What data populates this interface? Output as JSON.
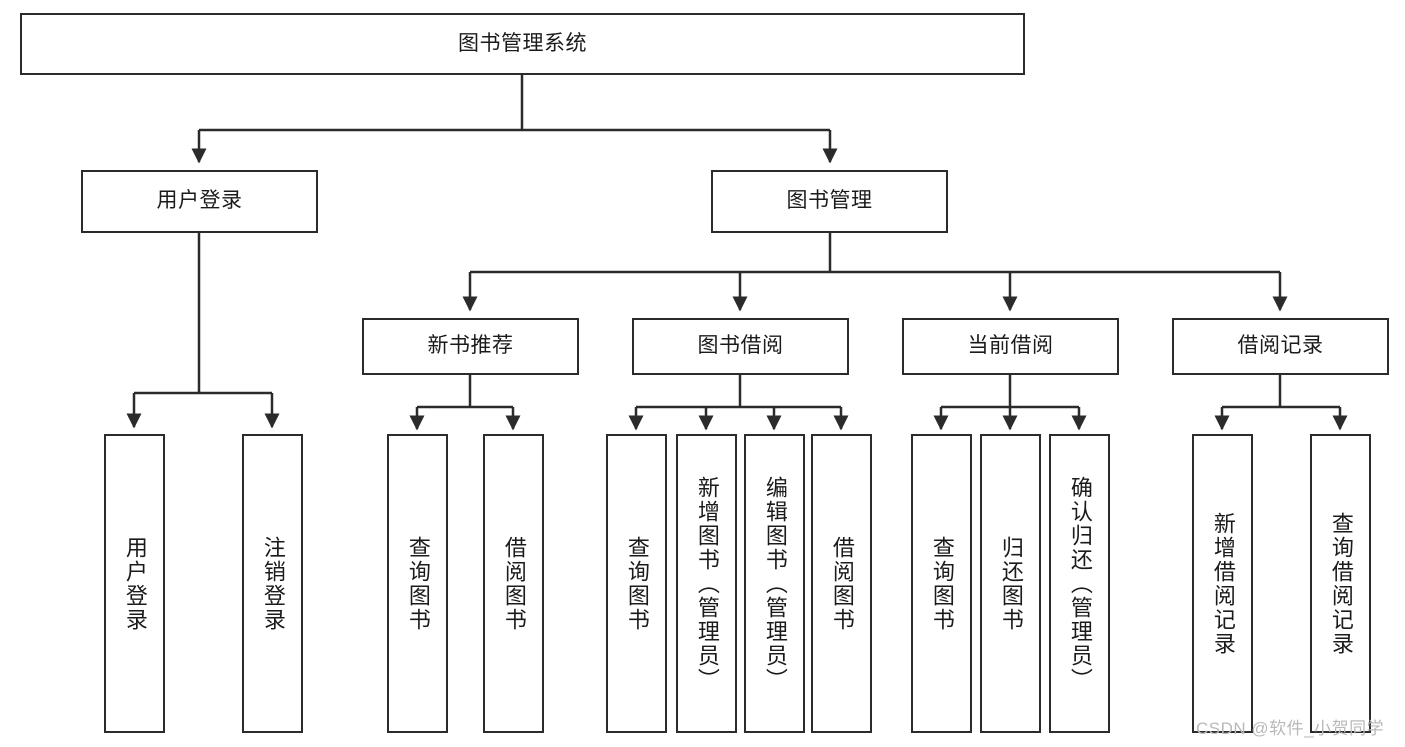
{
  "diagram": {
    "type": "tree-hierarchy",
    "title": "图书管理系统",
    "watermark": "CSDN @软件_小贺同学",
    "colors": {
      "stroke": "#2b2b2b",
      "fill": "#ffffff",
      "text": "#1b1b1b",
      "watermark": "#b9b9b9"
    },
    "nodes": {
      "root": {
        "label": "图书管理系统",
        "level": 1,
        "orientation": "horizontal"
      },
      "l2": [
        {
          "label": "用户登录",
          "orientation": "horizontal"
        },
        {
          "label": "图书管理",
          "orientation": "horizontal"
        }
      ],
      "l3": [
        {
          "label": "新书推荐",
          "orientation": "horizontal"
        },
        {
          "label": "图书借阅",
          "orientation": "horizontal"
        },
        {
          "label": "当前借阅",
          "orientation": "horizontal"
        },
        {
          "label": "借阅记录",
          "orientation": "horizontal"
        }
      ],
      "leaves": {
        "user_login": [
          {
            "label": "用户登录",
            "orientation": "vertical"
          },
          {
            "label": "注销登录",
            "orientation": "vertical"
          }
        ],
        "new_book_recommend": [
          {
            "label": "查询图书",
            "orientation": "vertical"
          },
          {
            "label": "借阅图书",
            "orientation": "vertical"
          }
        ],
        "book_borrow": [
          {
            "label": "查询图书",
            "orientation": "vertical"
          },
          {
            "label": "新增图书（管理员）",
            "orientation": "vertical"
          },
          {
            "label": "编辑图书（管理员）",
            "orientation": "vertical"
          },
          {
            "label": "借阅图书",
            "orientation": "vertical"
          }
        ],
        "current_borrow": [
          {
            "label": "查询图书",
            "orientation": "vertical"
          },
          {
            "label": "归还图书",
            "orientation": "vertical"
          },
          {
            "label": "确认归还（管理员）",
            "orientation": "vertical"
          }
        ],
        "borrow_record": [
          {
            "label": "新增借阅记录",
            "orientation": "vertical"
          },
          {
            "label": "查询借阅记录",
            "orientation": "vertical"
          }
        ]
      }
    }
  }
}
